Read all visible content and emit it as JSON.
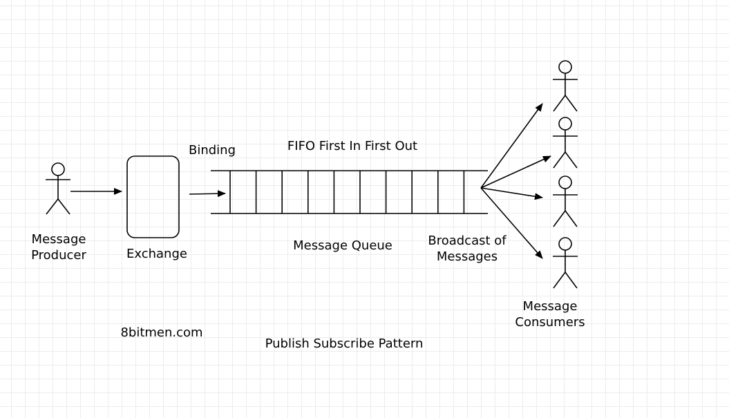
{
  "labels": {
    "producer": "Message\nProducer",
    "exchange": "Exchange",
    "binding": "Binding",
    "fifo": "FIFO First In First Out",
    "queue": "Message Queue",
    "broadcast": "Broadcast of\nMessages",
    "consumers": "Message\nConsumers",
    "site": "8bitmen.com",
    "pattern": "Publish Subscribe Pattern"
  },
  "queue_slot_count": 10,
  "consumer_count": 4
}
